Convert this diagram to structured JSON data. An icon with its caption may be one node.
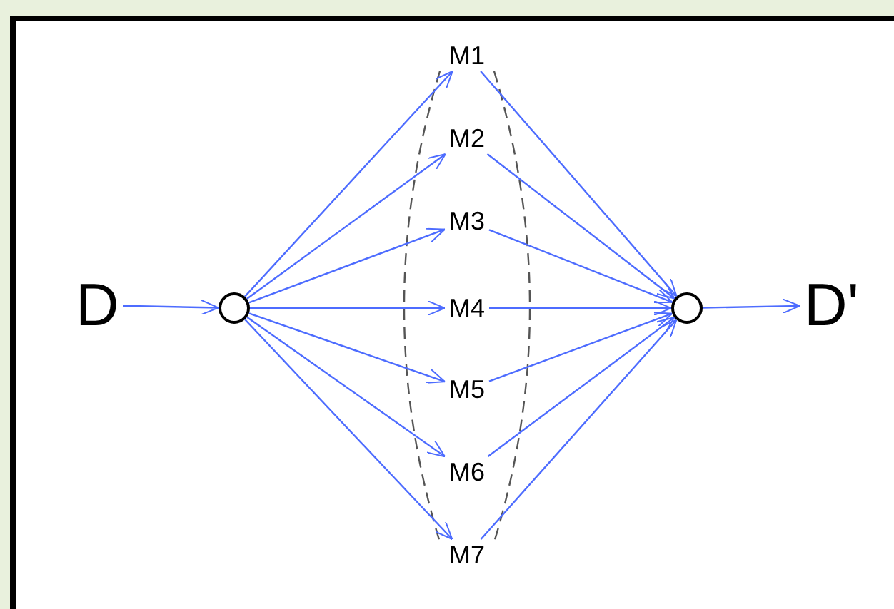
{
  "diagram": {
    "nodes": [
      {
        "text": [
          "D"
        ]
      },
      {
        "text": [],
        "shape": "circle"
      },
      {
        "text": [
          "M1"
        ]
      },
      {
        "text": [
          "M2"
        ]
      },
      {
        "text": [
          "M3"
        ]
      },
      {
        "text": [
          "M4"
        ]
      },
      {
        "text": [
          "M5"
        ]
      },
      {
        "text": [
          "M6"
        ]
      },
      {
        "text": [
          "M7"
        ]
      },
      {
        "text": [],
        "shape": "circle"
      },
      {
        "text": [
          "D'"
        ]
      }
    ],
    "edges": [
      {
        "from": 0,
        "to": 1,
        "arrow": "to"
      },
      {
        "from": 1,
        "to": 2,
        "arrow": "to"
      },
      {
        "from": 1,
        "to": 3,
        "arrow": "to"
      },
      {
        "from": 1,
        "to": 4,
        "arrow": "to"
      },
      {
        "from": 1,
        "to": 5,
        "arrow": "to"
      },
      {
        "from": 1,
        "to": 6,
        "arrow": "to"
      },
      {
        "from": 1,
        "to": 7,
        "arrow": "to"
      },
      {
        "from": 1,
        "to": 8,
        "arrow": "to"
      },
      {
        "from": 2,
        "to": 9,
        "arrow": "to"
      },
      {
        "from": 3,
        "to": 9,
        "arrow": "to"
      },
      {
        "from": 4,
        "to": 9,
        "arrow": "to"
      },
      {
        "from": 5,
        "to": 9,
        "arrow": "to"
      },
      {
        "from": 6,
        "to": 9,
        "arrow": "to"
      },
      {
        "from": 7,
        "to": 9,
        "arrow": "to"
      },
      {
        "from": 8,
        "to": 9,
        "arrow": "to"
      },
      {
        "from": 9,
        "to": 10,
        "arrow": "to"
      }
    ]
  }
}
